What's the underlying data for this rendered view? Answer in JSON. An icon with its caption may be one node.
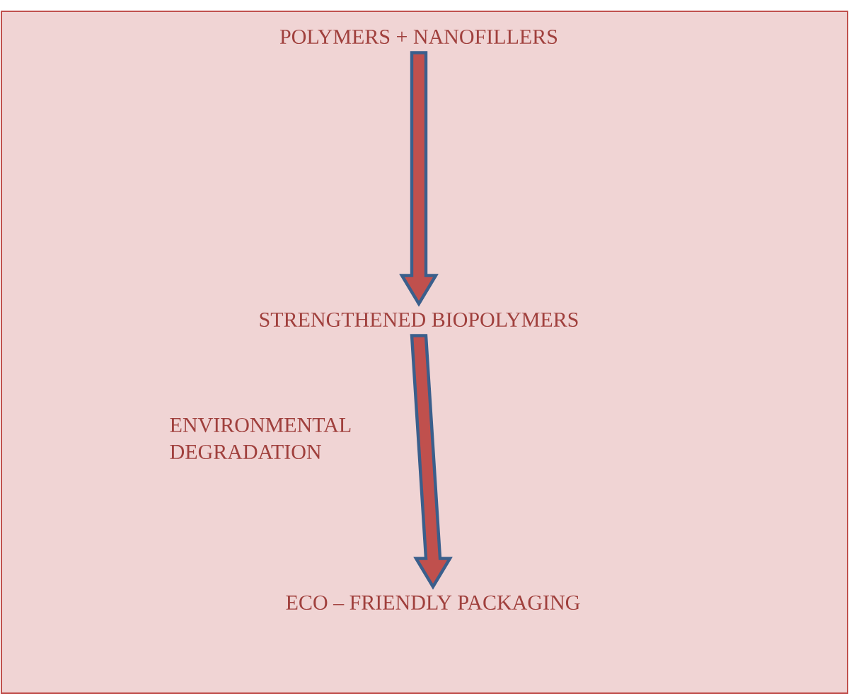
{
  "diagram": {
    "nodes": [
      {
        "text": [
          "POLYMERS + NANOFILLERS"
        ]
      },
      {
        "text": [
          "STRENGTHENED BIOPOLYMERS"
        ]
      },
      {
        "text": [
          "ECO – FRIENDLY PACKAGING"
        ]
      }
    ],
    "edges": [
      {
        "from": 0,
        "to": 1,
        "arrow": "to"
      },
      {
        "from": 1,
        "to": 2,
        "arrow": "to",
        "label": "ENVIRONMENTAL DEGRADATION"
      }
    ]
  }
}
